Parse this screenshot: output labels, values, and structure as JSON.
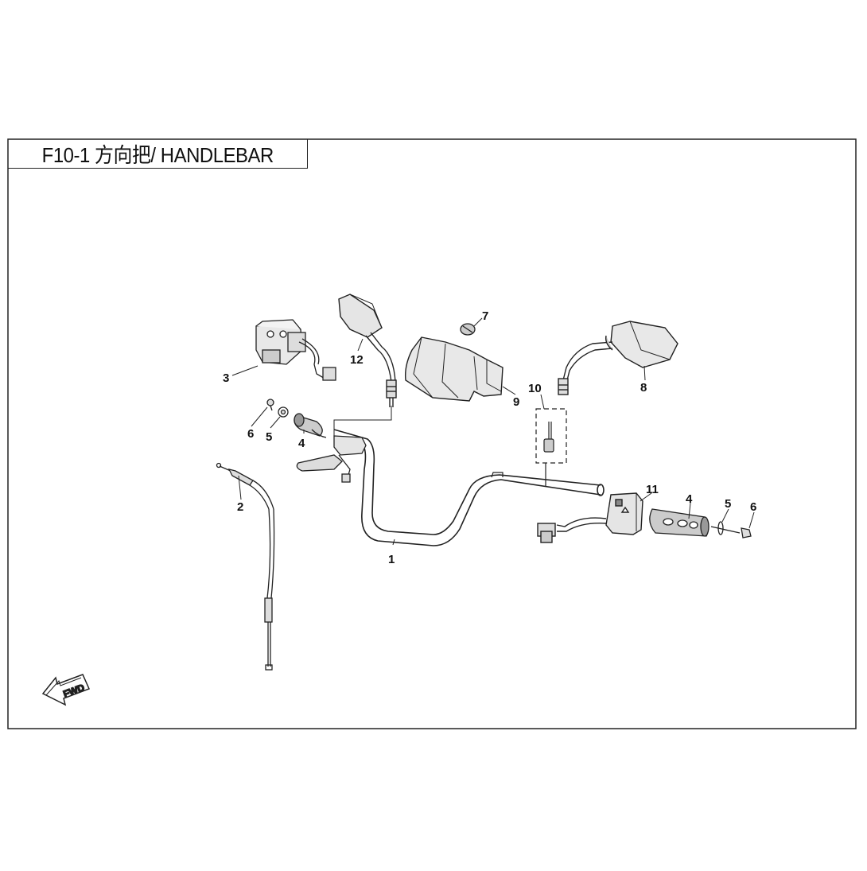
{
  "title": "F10-1 方向把/ HANDLEBAR",
  "fwd_label": "FWD",
  "callouts": {
    "n1": "1",
    "n2": "2",
    "n3": "3",
    "n4a": "4",
    "n4b": "4",
    "n5a": "5",
    "n5b": "5",
    "n6a": "6",
    "n6b": "6",
    "n7": "7",
    "n8": "8",
    "n9": "9",
    "n10": "10",
    "n11": "11",
    "n12": "12"
  },
  "colors": {
    "line": "#222222",
    "part_fill": "#e8e8e8",
    "part_dark": "#bbbbbb",
    "background": "#ffffff"
  }
}
